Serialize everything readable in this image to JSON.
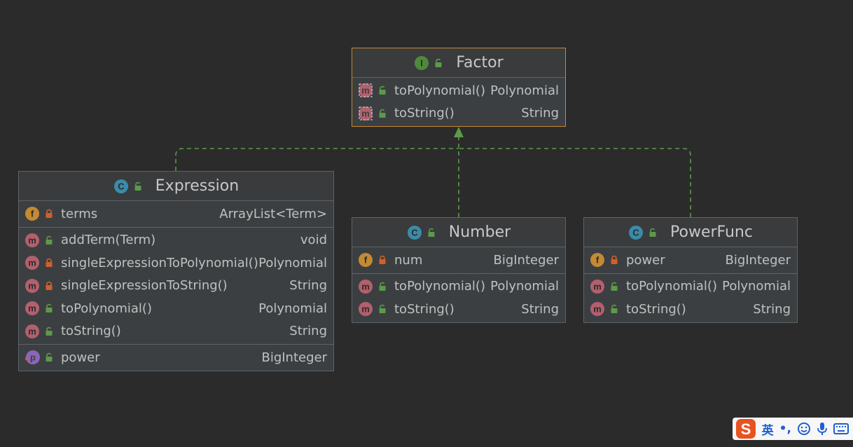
{
  "classes": {
    "factor": {
      "name": "Factor",
      "kind": "interface",
      "sections": [
        [
          {
            "icon": "abstract-method",
            "access": "public",
            "name": "toPolynomial()",
            "type": "Polynomial"
          },
          {
            "icon": "abstract-method",
            "access": "public",
            "name": "toString()",
            "type": "String"
          }
        ]
      ]
    },
    "expression": {
      "name": "Expression",
      "kind": "class",
      "sections": [
        [
          {
            "icon": "field",
            "access": "private",
            "name": "terms",
            "type": "ArrayList<Term>"
          }
        ],
        [
          {
            "icon": "method",
            "access": "public",
            "name": "addTerm(Term)",
            "type": "void"
          },
          {
            "icon": "method",
            "access": "private",
            "name": "singleExpressionToPolynomial()",
            "type": "Polynomial"
          },
          {
            "icon": "method",
            "access": "private",
            "name": "singleExpressionToString()",
            "type": "String"
          },
          {
            "icon": "method",
            "access": "public",
            "name": "toPolynomial()",
            "type": "Polynomial"
          },
          {
            "icon": "method",
            "access": "public",
            "name": "toString()",
            "type": "String"
          }
        ],
        [
          {
            "icon": "property",
            "access": "public",
            "name": "power",
            "type": "BigInteger"
          }
        ]
      ]
    },
    "number": {
      "name": "Number",
      "kind": "class",
      "sections": [
        [
          {
            "icon": "field",
            "access": "private",
            "name": "num",
            "type": "BigInteger"
          }
        ],
        [
          {
            "icon": "method",
            "access": "public",
            "name": "toPolynomial()",
            "type": "Polynomial"
          },
          {
            "icon": "method",
            "access": "public",
            "name": "toString()",
            "type": "String"
          }
        ]
      ]
    },
    "powerfunc": {
      "name": "PowerFunc",
      "kind": "class",
      "sections": [
        [
          {
            "icon": "field",
            "access": "private",
            "name": "power",
            "type": "BigInteger"
          }
        ],
        [
          {
            "icon": "method",
            "access": "public",
            "name": "toPolynomial()",
            "type": "Polynomial"
          },
          {
            "icon": "method",
            "access": "public",
            "name": "toString()",
            "type": "String"
          }
        ]
      ]
    }
  },
  "relations": [
    {
      "from": "expression",
      "to": "factor",
      "type": "implements"
    },
    {
      "from": "number",
      "to": "factor",
      "type": "implements"
    },
    {
      "from": "powerfunc",
      "to": "factor",
      "type": "implements"
    }
  ],
  "colors": {
    "background": "#2b2b2b",
    "node": "#3c3f41",
    "border": "#5f6366",
    "selected_border": "#c58a2f",
    "edge": "#5c9a4a",
    "text": "#c0c0c0"
  },
  "tray": {
    "input_mode": "英",
    "punct": "•,"
  }
}
